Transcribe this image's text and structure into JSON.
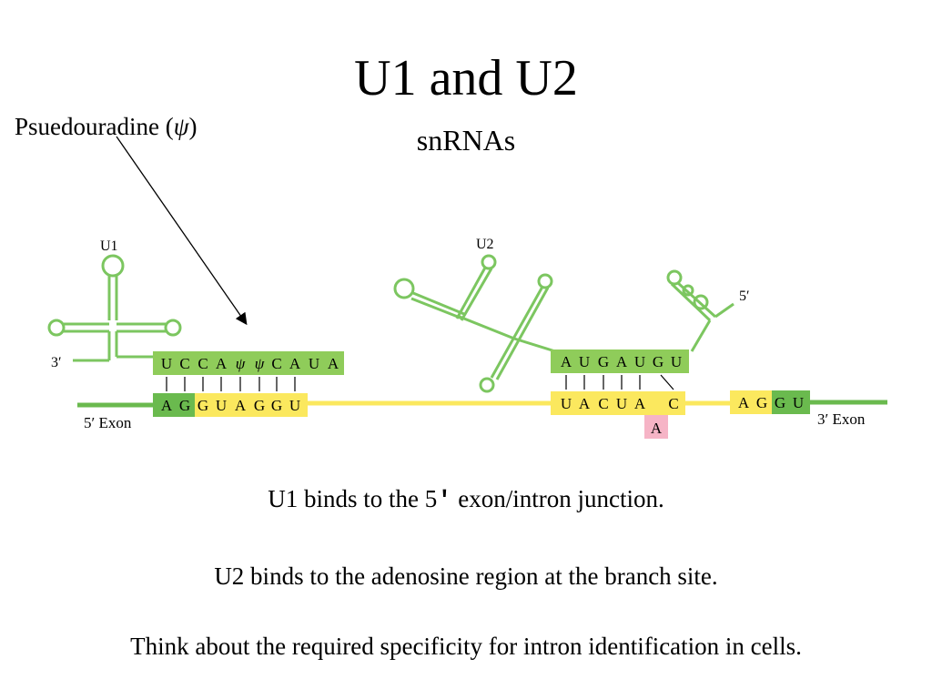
{
  "title": "U1 and U2",
  "subtitle": "snRNAs",
  "annotation": {
    "text": "Psuedouradine (",
    "symbol": "ψ",
    "close": ")"
  },
  "diagram": {
    "u1_label": "U1",
    "u2_label": "U2",
    "three_prime_label": "3′",
    "five_prime_label": "5′",
    "exon5_label": "5′ Exon",
    "exon3_label": "3′ Exon",
    "u1_snrna_bases": [
      "U",
      "C",
      "C",
      "A",
      "ψ",
      "ψ",
      "C",
      "A",
      "U",
      "A"
    ],
    "five_splice_bases": [
      "A",
      "G",
      "G",
      "U",
      "A",
      "G",
      "G",
      "U"
    ],
    "u2_snrna_bases": [
      "A",
      "U",
      "G",
      "A",
      "U",
      "G",
      "U"
    ],
    "branch_bases": [
      "U",
      "A",
      "C",
      "U",
      "A",
      "C"
    ],
    "branch_adenosine": "A",
    "three_splice_bases": [
      "A",
      "G",
      "G",
      "U"
    ]
  },
  "colors": {
    "snrna_green": "#8fcc5a",
    "exon_green": "#6aba4e",
    "intron_yellow": "#fbe85e",
    "adenosine_pink": "#f6b4c6",
    "line_green": "#7cc660"
  },
  "captions": {
    "c1_before": "U1 binds to the 5",
    "c1_prime": "′",
    "c1_after": " exon/intron junction.",
    "c2": "U2 binds to the adenosine region at the branch site.",
    "c3": "Think about the required specificity for intron identification in cells."
  }
}
